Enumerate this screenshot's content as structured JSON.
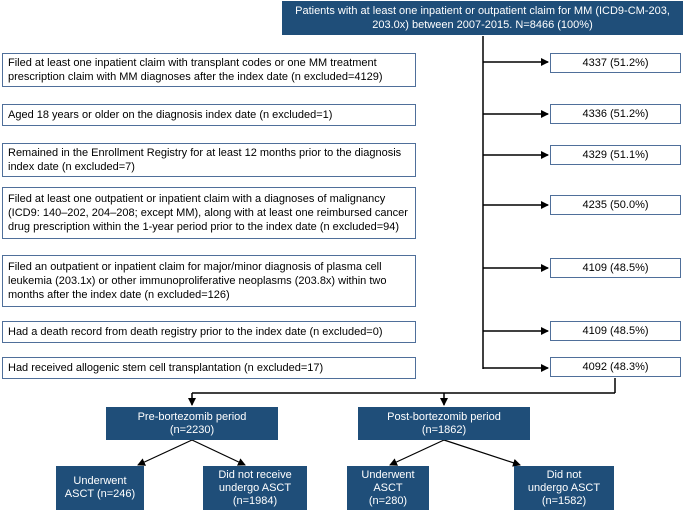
{
  "top": {
    "text": "Patients with at least one inpatient or outpatient claim for MM (ICD9-CM-203, 203.0x) between 2007-2015. N=8466 (100%)"
  },
  "criteria": [
    {
      "text": "Filed at least one inpatient claim with transplant codes or one MM treatment prescription claim with MM diagnoses after the index date (n excluded=4129)",
      "count": "4337 (51.2%)"
    },
    {
      "text": "Aged 18 years or older on the diagnosis index date (n excluded=1)",
      "count": "4336 (51.2%)"
    },
    {
      "text": "Remained in the Enrollment Registry for at least 12 months prior to the diagnosis index date (n excluded=7)",
      "count": "4329 (51.1%)"
    },
    {
      "text": "Filed at least one outpatient or inpatient claim with a  diagnoses of malignancy (ICD9: 140–202, 204–208; except MM), along with at least one reimbursed cancer drug prescription within the 1-year period prior to the index date (n excluded=94)",
      "count": "4235 (50.0%)"
    },
    {
      "text": "Filed an outpatient or inpatient claim for major/minor diagnosis of plasma cell leukemia (203.1x) or other immunoproliferative neoplasms (203.8x) within two months after the index date (n excluded=126)",
      "count": "4109 (48.5%)"
    },
    {
      "text": "Had a death record from death registry prior to the index date (n excluded=0)",
      "count": "4109 (48.5%)"
    },
    {
      "text": "Had received allogenic stem cell transplantation (n excluded=17)",
      "count": "4092 (48.3%)"
    }
  ],
  "periods": {
    "pre": {
      "label": "Pre-bortezomib period\n(n=2230)"
    },
    "post": {
      "label": "Post-bortezomib period\n(n=1862)"
    }
  },
  "outcomes": {
    "pre_asct": "Underwent\nASCT (n=246)",
    "pre_no": "Did not receive\nundergo ASCT\n(n=1984)",
    "post_asct": "Underwent\nASCT\n(n=280)",
    "post_no": "Did not\nundergo ASCT\n(n=1582)"
  },
  "colors": {
    "dark_blue": "#1f4e79",
    "box_border": "#4f6f9a",
    "line": "#000000"
  }
}
